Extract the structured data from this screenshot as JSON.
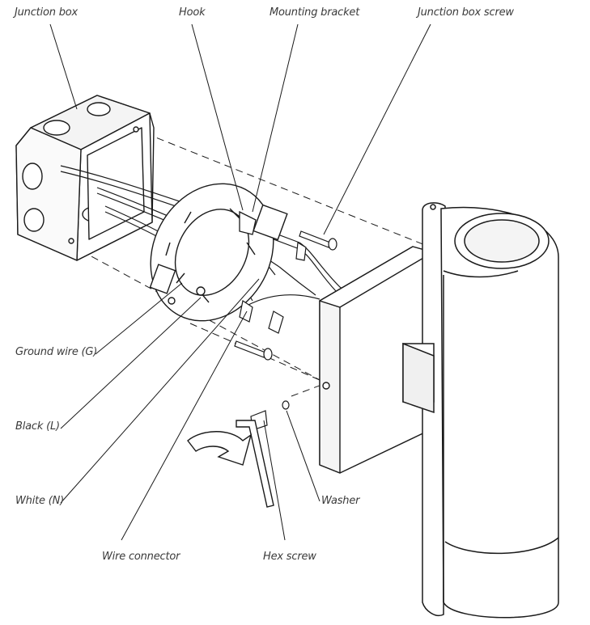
{
  "labels": {
    "junction_box": "Junction box",
    "hook": "Hook",
    "mounting_bracket": "Mounting bracket",
    "junction_box_screw": "Junction box screw",
    "ground_wire": "Ground wire (G)",
    "black": "Black (L)",
    "white": "White (N)",
    "washer": "Washer",
    "wire_connector": "Wire connector",
    "hex_screw": "Hex screw"
  },
  "colors": {
    "line": "#1a1a1a",
    "label_text": "#3a3a3a",
    "arrow_fill": "#ffffff"
  }
}
